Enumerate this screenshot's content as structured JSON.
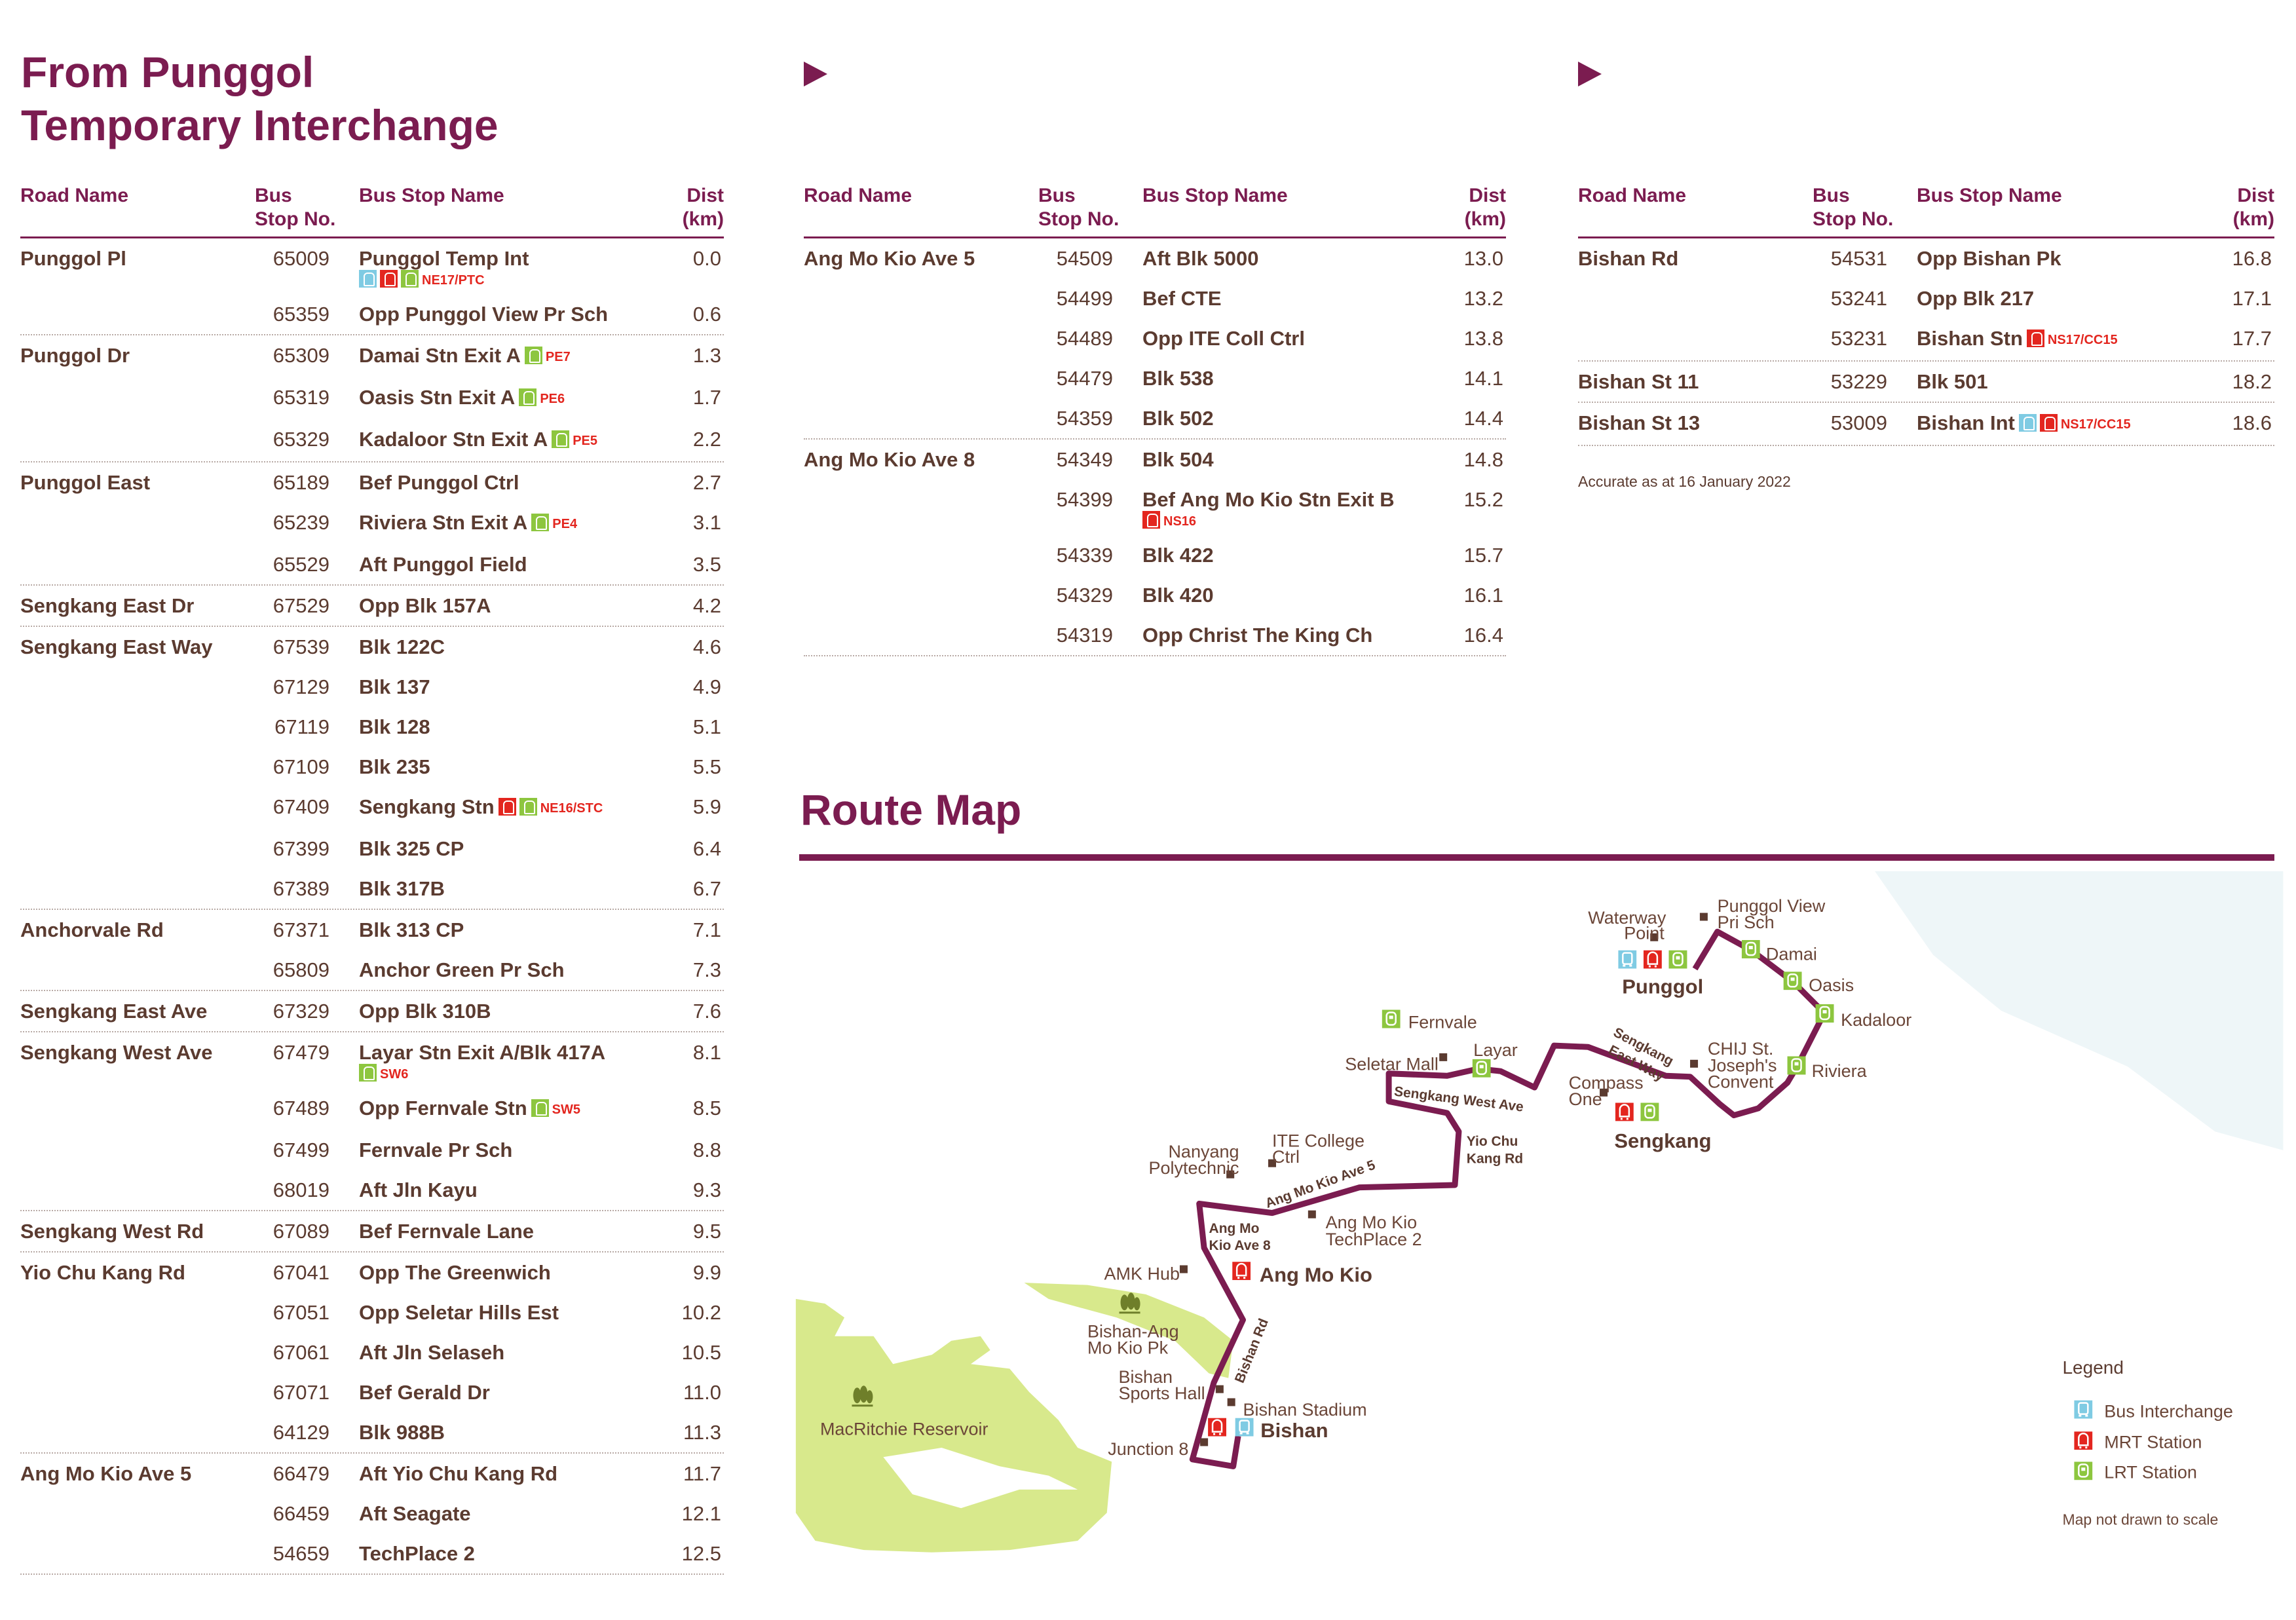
{
  "title_lines": [
    "From Punggol",
    "Temporary Interchange"
  ],
  "headers": {
    "road": "Road Name",
    "stop_no": [
      "Bus",
      "Stop No."
    ],
    "name": "Bus Stop Name",
    "dist": [
      "Dist",
      "(km)"
    ]
  },
  "tables": [
    {
      "groups": [
        {
          "road": "Punggol Pl",
          "stops": [
            {
              "no": "65009",
              "name": "Punggol Temp Int",
              "dist": "0.0",
              "icons": [
                "bus",
                "mrt",
                "lrt"
              ],
              "code": "NE17/PTC",
              "below": true
            },
            {
              "no": "65359",
              "name": "Opp Punggol View Pr Sch",
              "dist": "0.6"
            }
          ]
        },
        {
          "road": "Punggol Dr",
          "stops": [
            {
              "no": "65309",
              "name": "Damai Stn Exit A",
              "dist": "1.3",
              "icons": [
                "lrt"
              ],
              "code": "PE7"
            },
            {
              "no": "65319",
              "name": "Oasis Stn Exit A",
              "dist": "1.7",
              "icons": [
                "lrt"
              ],
              "code": "PE6"
            },
            {
              "no": "65329",
              "name": "Kadaloor Stn Exit A",
              "dist": "2.2",
              "icons": [
                "lrt"
              ],
              "code": "PE5"
            }
          ]
        },
        {
          "road": "Punggol East",
          "stops": [
            {
              "no": "65189",
              "name": "Bef Punggol Ctrl",
              "dist": "2.7"
            },
            {
              "no": "65239",
              "name": "Riviera Stn Exit A",
              "dist": "3.1",
              "icons": [
                "lrt"
              ],
              "code": "PE4"
            },
            {
              "no": "65529",
              "name": "Aft Punggol Field",
              "dist": "3.5"
            }
          ]
        },
        {
          "road": "Sengkang East Dr",
          "stops": [
            {
              "no": "67529",
              "name": "Opp Blk 157A",
              "dist": "4.2"
            }
          ]
        },
        {
          "road": "Sengkang East Way",
          "stops": [
            {
              "no": "67539",
              "name": "Blk 122C",
              "dist": "4.6"
            },
            {
              "no": "67129",
              "name": "Blk 137",
              "dist": "4.9"
            },
            {
              "no": "67119",
              "name": "Blk 128",
              "dist": "5.1"
            },
            {
              "no": "67109",
              "name": "Blk 235",
              "dist": "5.5"
            },
            {
              "no": "67409",
              "name": "Sengkang Stn",
              "dist": "5.9",
              "icons": [
                "mrt",
                "lrt"
              ],
              "code": "NE16/STC"
            },
            {
              "no": "67399",
              "name": "Blk 325 CP",
              "dist": "6.4"
            },
            {
              "no": "67389",
              "name": "Blk 317B",
              "dist": "6.7"
            }
          ]
        },
        {
          "road": "Anchorvale Rd",
          "stops": [
            {
              "no": "67371",
              "name": "Blk 313 CP",
              "dist": "7.1"
            },
            {
              "no": "65809",
              "name": "Anchor Green Pr Sch",
              "dist": "7.3"
            }
          ]
        },
        {
          "road": "Sengkang East Ave",
          "stops": [
            {
              "no": "67329",
              "name": "Opp Blk 310B",
              "dist": "7.6"
            }
          ]
        },
        {
          "road": "Sengkang West Ave",
          "stops": [
            {
              "no": "67479",
              "name": "Layar Stn Exit A/Blk 417A",
              "dist": "8.1",
              "icons": [
                "lrt"
              ],
              "code": "SW6",
              "below": true
            },
            {
              "no": "67489",
              "name": "Opp Fernvale Stn",
              "dist": "8.5",
              "icons": [
                "lrt"
              ],
              "code": "SW5"
            },
            {
              "no": "67499",
              "name": "Fernvale Pr Sch",
              "dist": "8.8"
            },
            {
              "no": "68019",
              "name": "Aft Jln Kayu",
              "dist": "9.3"
            }
          ]
        },
        {
          "road": "Sengkang West Rd",
          "stops": [
            {
              "no": "67089",
              "name": "Bef Fernvale Lane",
              "dist": "9.5"
            }
          ]
        },
        {
          "road": "Yio Chu Kang Rd",
          "stops": [
            {
              "no": "67041",
              "name": "Opp The Greenwich",
              "dist": "9.9"
            },
            {
              "no": "67051",
              "name": "Opp Seletar Hills Est",
              "dist": "10.2"
            },
            {
              "no": "67061",
              "name": "Aft Jln Selaseh",
              "dist": "10.5"
            },
            {
              "no": "67071",
              "name": "Bef Gerald Dr",
              "dist": "11.0"
            },
            {
              "no": "64129",
              "name": "Blk 988B",
              "dist": "11.3"
            }
          ]
        },
        {
          "road": "Ang Mo Kio Ave 5",
          "stops": [
            {
              "no": "66479",
              "name": "Aft Yio Chu Kang Rd",
              "dist": "11.7"
            },
            {
              "no": "66459",
              "name": "Aft Seagate",
              "dist": "12.1"
            },
            {
              "no": "54659",
              "name": "TechPlace 2",
              "dist": "12.5"
            }
          ]
        }
      ]
    },
    {
      "groups": [
        {
          "road": "Ang Mo Kio Ave 5",
          "stops": [
            {
              "no": "54509",
              "name": "Aft Blk 5000",
              "dist": "13.0"
            },
            {
              "no": "54499",
              "name": "Bef CTE",
              "dist": "13.2"
            },
            {
              "no": "54489",
              "name": "Opp ITE Coll Ctrl",
              "dist": "13.8"
            },
            {
              "no": "54479",
              "name": "Blk 538",
              "dist": "14.1"
            },
            {
              "no": "54359",
              "name": "Blk 502",
              "dist": "14.4"
            }
          ]
        },
        {
          "road": "Ang Mo Kio Ave 8",
          "stops": [
            {
              "no": "54349",
              "name": "Blk 504",
              "dist": "14.8"
            },
            {
              "no": "54399",
              "name": "Bef Ang Mo Kio Stn Exit B",
              "dist": "15.2",
              "icons": [
                "mrt"
              ],
              "code": "NS16",
              "below": true
            },
            {
              "no": "54339",
              "name": "Blk 422",
              "dist": "15.7"
            },
            {
              "no": "54329",
              "name": "Blk 420",
              "dist": "16.1"
            },
            {
              "no": "54319",
              "name": "Opp Christ The King Ch",
              "dist": "16.4"
            }
          ]
        }
      ]
    },
    {
      "groups": [
        {
          "road": "Bishan Rd",
          "stops": [
            {
              "no": "54531",
              "name": "Opp Bishan Pk",
              "dist": "16.8"
            },
            {
              "no": "53241",
              "name": "Opp Blk 217",
              "dist": "17.1"
            },
            {
              "no": "53231",
              "name": "Bishan Stn",
              "dist": "17.7",
              "icons": [
                "mrt"
              ],
              "code": "NS17/CC15"
            }
          ]
        },
        {
          "road": "Bishan St 11",
          "stops": [
            {
              "no": "53229",
              "name": "Blk 501",
              "dist": "18.2"
            }
          ]
        },
        {
          "road": "Bishan St 13",
          "stops": [
            {
              "no": "53009",
              "name": "Bishan Int",
              "dist": "18.6",
              "icons": [
                "bus",
                "mrt"
              ],
              "code": "NS17/CC15"
            }
          ]
        }
      ]
    }
  ],
  "note": "Accurate as at 16 January 2022",
  "map": {
    "title": "Route Map",
    "places": {
      "waterway": [
        "Waterway",
        "Point"
      ],
      "pgview": [
        "Punggol View",
        "Pri Sch"
      ],
      "punggol": "Punggol",
      "damai": "Damai",
      "oasis": "Oasis",
      "kadaloor": "Kadaloor",
      "riviera": "Riviera",
      "chij": [
        "CHIJ St.",
        "Joseph's",
        "Convent"
      ],
      "skeastway": [
        "Sengkang",
        "East Way"
      ],
      "compass": [
        "Compass",
        "One"
      ],
      "sengkang": "Sengkang",
      "fernvale": "Fernvale",
      "layar": "Layar",
      "seletar": "Seletar Mall",
      "skwestave": "Sengkang West Ave",
      "yck": [
        "Yio Chu",
        "Kang Rd"
      ],
      "ite": [
        "ITE College",
        "Ctrl"
      ],
      "nyp": [
        "Nanyang",
        "Polytechnic"
      ],
      "amk5": "Ang Mo Kio Ave 5",
      "techplace": [
        "Ang Mo Kio",
        "TechPlace 2"
      ],
      "amk8": [
        "Ang Mo",
        "Kio Ave 8"
      ],
      "amkhub": "AMK Hub",
      "angmokio": "Ang Mo Kio",
      "park": [
        "Bishan-Ang",
        "Mo Kio Pk"
      ],
      "bishanrd": "Bishan Rd",
      "sportshall": [
        "Bishan",
        "Sports Hall"
      ],
      "stadium": "Bishan Stadium",
      "bishan": "Bishan",
      "junction8": "Junction 8",
      "macritchie": "MacRitchie Reservoir"
    },
    "legend": {
      "title": "Legend",
      "bus": "Bus Interchange",
      "mrt": "MRT Station",
      "lrt": "LRT Station",
      "scale": "Map not drawn to scale"
    },
    "colors": {
      "route": "#7b1c50",
      "bus": "#7fcbe3",
      "mrt": "#e3261f",
      "lrt": "#8dc63f",
      "park": "#d8e98c"
    }
  }
}
